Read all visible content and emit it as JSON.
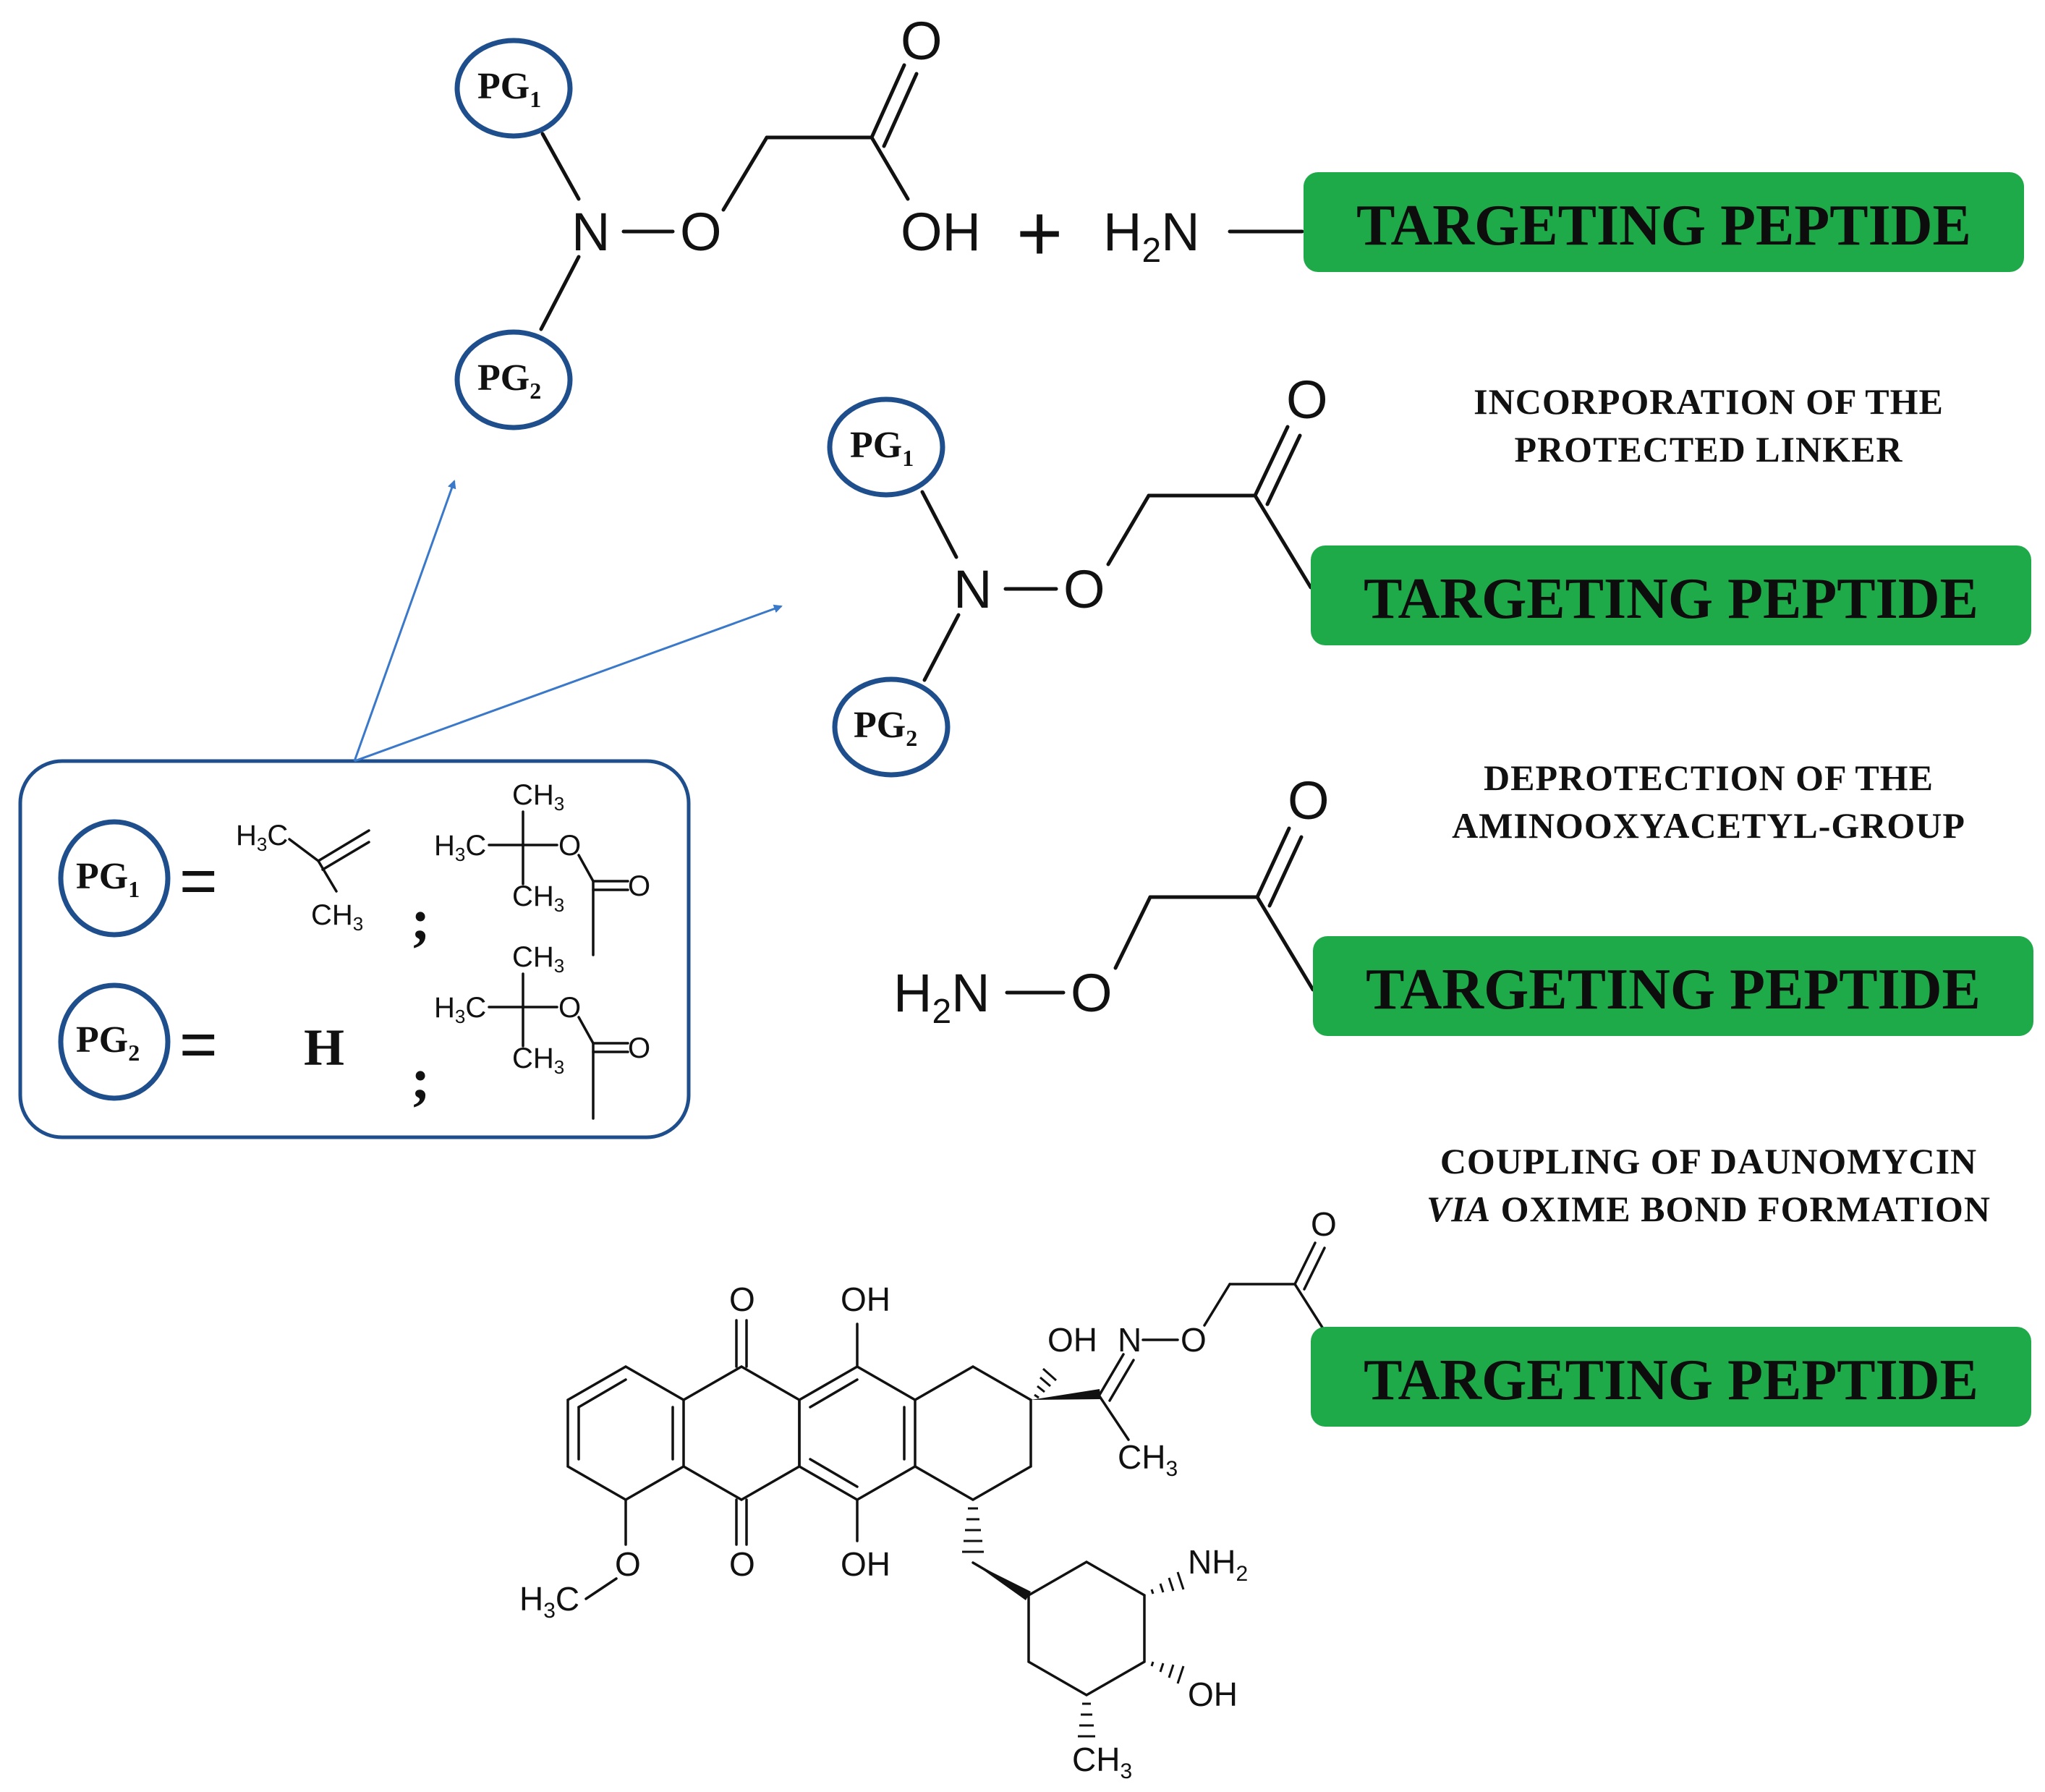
{
  "reactant": {
    "pg1": "PG",
    "pg1_sub": "1",
    "pg2": "PG",
    "pg2_sub": "2",
    "n": "N",
    "o": "O",
    "carbonyl_o": "O",
    "oh": "OH",
    "plus": "+",
    "amine_h": "H",
    "amine_h_sub": "2",
    "amine_n": "N",
    "peptide": "TARGETING PEPTIDE"
  },
  "step1": {
    "label_line1": "INCORPORATION OF THE",
    "label_line2": "PROTECTED LINKER",
    "pg1": "PG",
    "pg1_sub": "1",
    "pg2": "PG",
    "pg2_sub": "2",
    "n": "N",
    "o": "O",
    "carbonyl_o": "O",
    "peptide": "TARGETING PEPTIDE"
  },
  "step2": {
    "label_line1": "DEPROTECTION OF THE",
    "label_line2": "AMINOOXYACETYL-GROUP",
    "h": "H",
    "h_sub": "2",
    "n": "N",
    "o": "O",
    "carbonyl_o": "O",
    "peptide": "TARGETING PEPTIDE"
  },
  "step3": {
    "label_line1": "COUPLING OF DAUNOMYCIN",
    "label_line2_italic": "VIA",
    "label_line2_rest": " OXIME BOND FORMATION",
    "peptide": "TARGETING PEPTIDE",
    "atoms": {
      "o_top_left": "O",
      "oh_top": "OH",
      "oh_tert": "OH",
      "oxime_n": "N",
      "oxime_o": "O",
      "linker_o": "O",
      "ch3_methyl": "CH",
      "ch3_sub": "3",
      "o_bottom": "O",
      "oh_bottom": "OH",
      "methoxy_o": "O",
      "h3c": "H",
      "h3c_sub": "3",
      "h3c_c": "C",
      "nh2": "NH",
      "nh2_sub": "2",
      "oh_ring": "OH",
      "ch3_ring": "CH",
      "ch3_ring_sub": "3"
    }
  },
  "legend": {
    "pg1": "PG",
    "pg1_sub": "1",
    "equals1": "=",
    "pg2": "PG",
    "pg2_sub": "2",
    "equals2": "=",
    "h_value": "H",
    "sep1": ";",
    "sep2": ";",
    "isobutenyl_h3c": "H",
    "isobutenyl_h3c_sub": "3",
    "isobutenyl_c": "C",
    "isobutenyl_ch3": "CH",
    "isobutenyl_ch3_sub": "3",
    "boc_ch3_top": "CH",
    "boc_ch3_top_sub": "3",
    "boc_h3c": "H",
    "boc_h3c_sub": "3",
    "boc_c": "C",
    "boc_ch3_bottom": "CH",
    "boc_ch3_bottom_sub": "3",
    "boc_o": "O",
    "boc_carbonyl_o": "O"
  },
  "colors": {
    "peptide_green": "#1faa4a",
    "pg_circle": "#1f4e8c",
    "legend_border": "#1f4e8c",
    "arrow": "#3a78c9"
  }
}
